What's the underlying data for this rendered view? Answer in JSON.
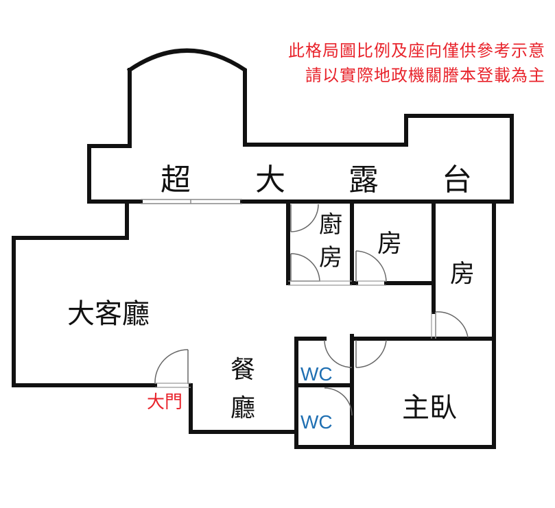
{
  "notice": {
    "line1": "此格局圖比例及座向僅供參考示意",
    "line2": "請以實際地政機關謄本登載為主"
  },
  "rooms": {
    "terrace": [
      "超",
      "大",
      "露",
      "台"
    ],
    "living_room": "大客廳",
    "kitchen": "廚房",
    "bedroom1": "房",
    "bedroom2": "房",
    "dining_room": "餐廳",
    "wc_top": "WC",
    "wc_bottom": "WC",
    "master_bedroom": "主臥",
    "main_door": "大門"
  },
  "colors": {
    "wall": "#111111",
    "notice": "#e8232b",
    "wc": "#1f6fb2",
    "door_label": "#e8232b",
    "door_swing": "#555555"
  }
}
